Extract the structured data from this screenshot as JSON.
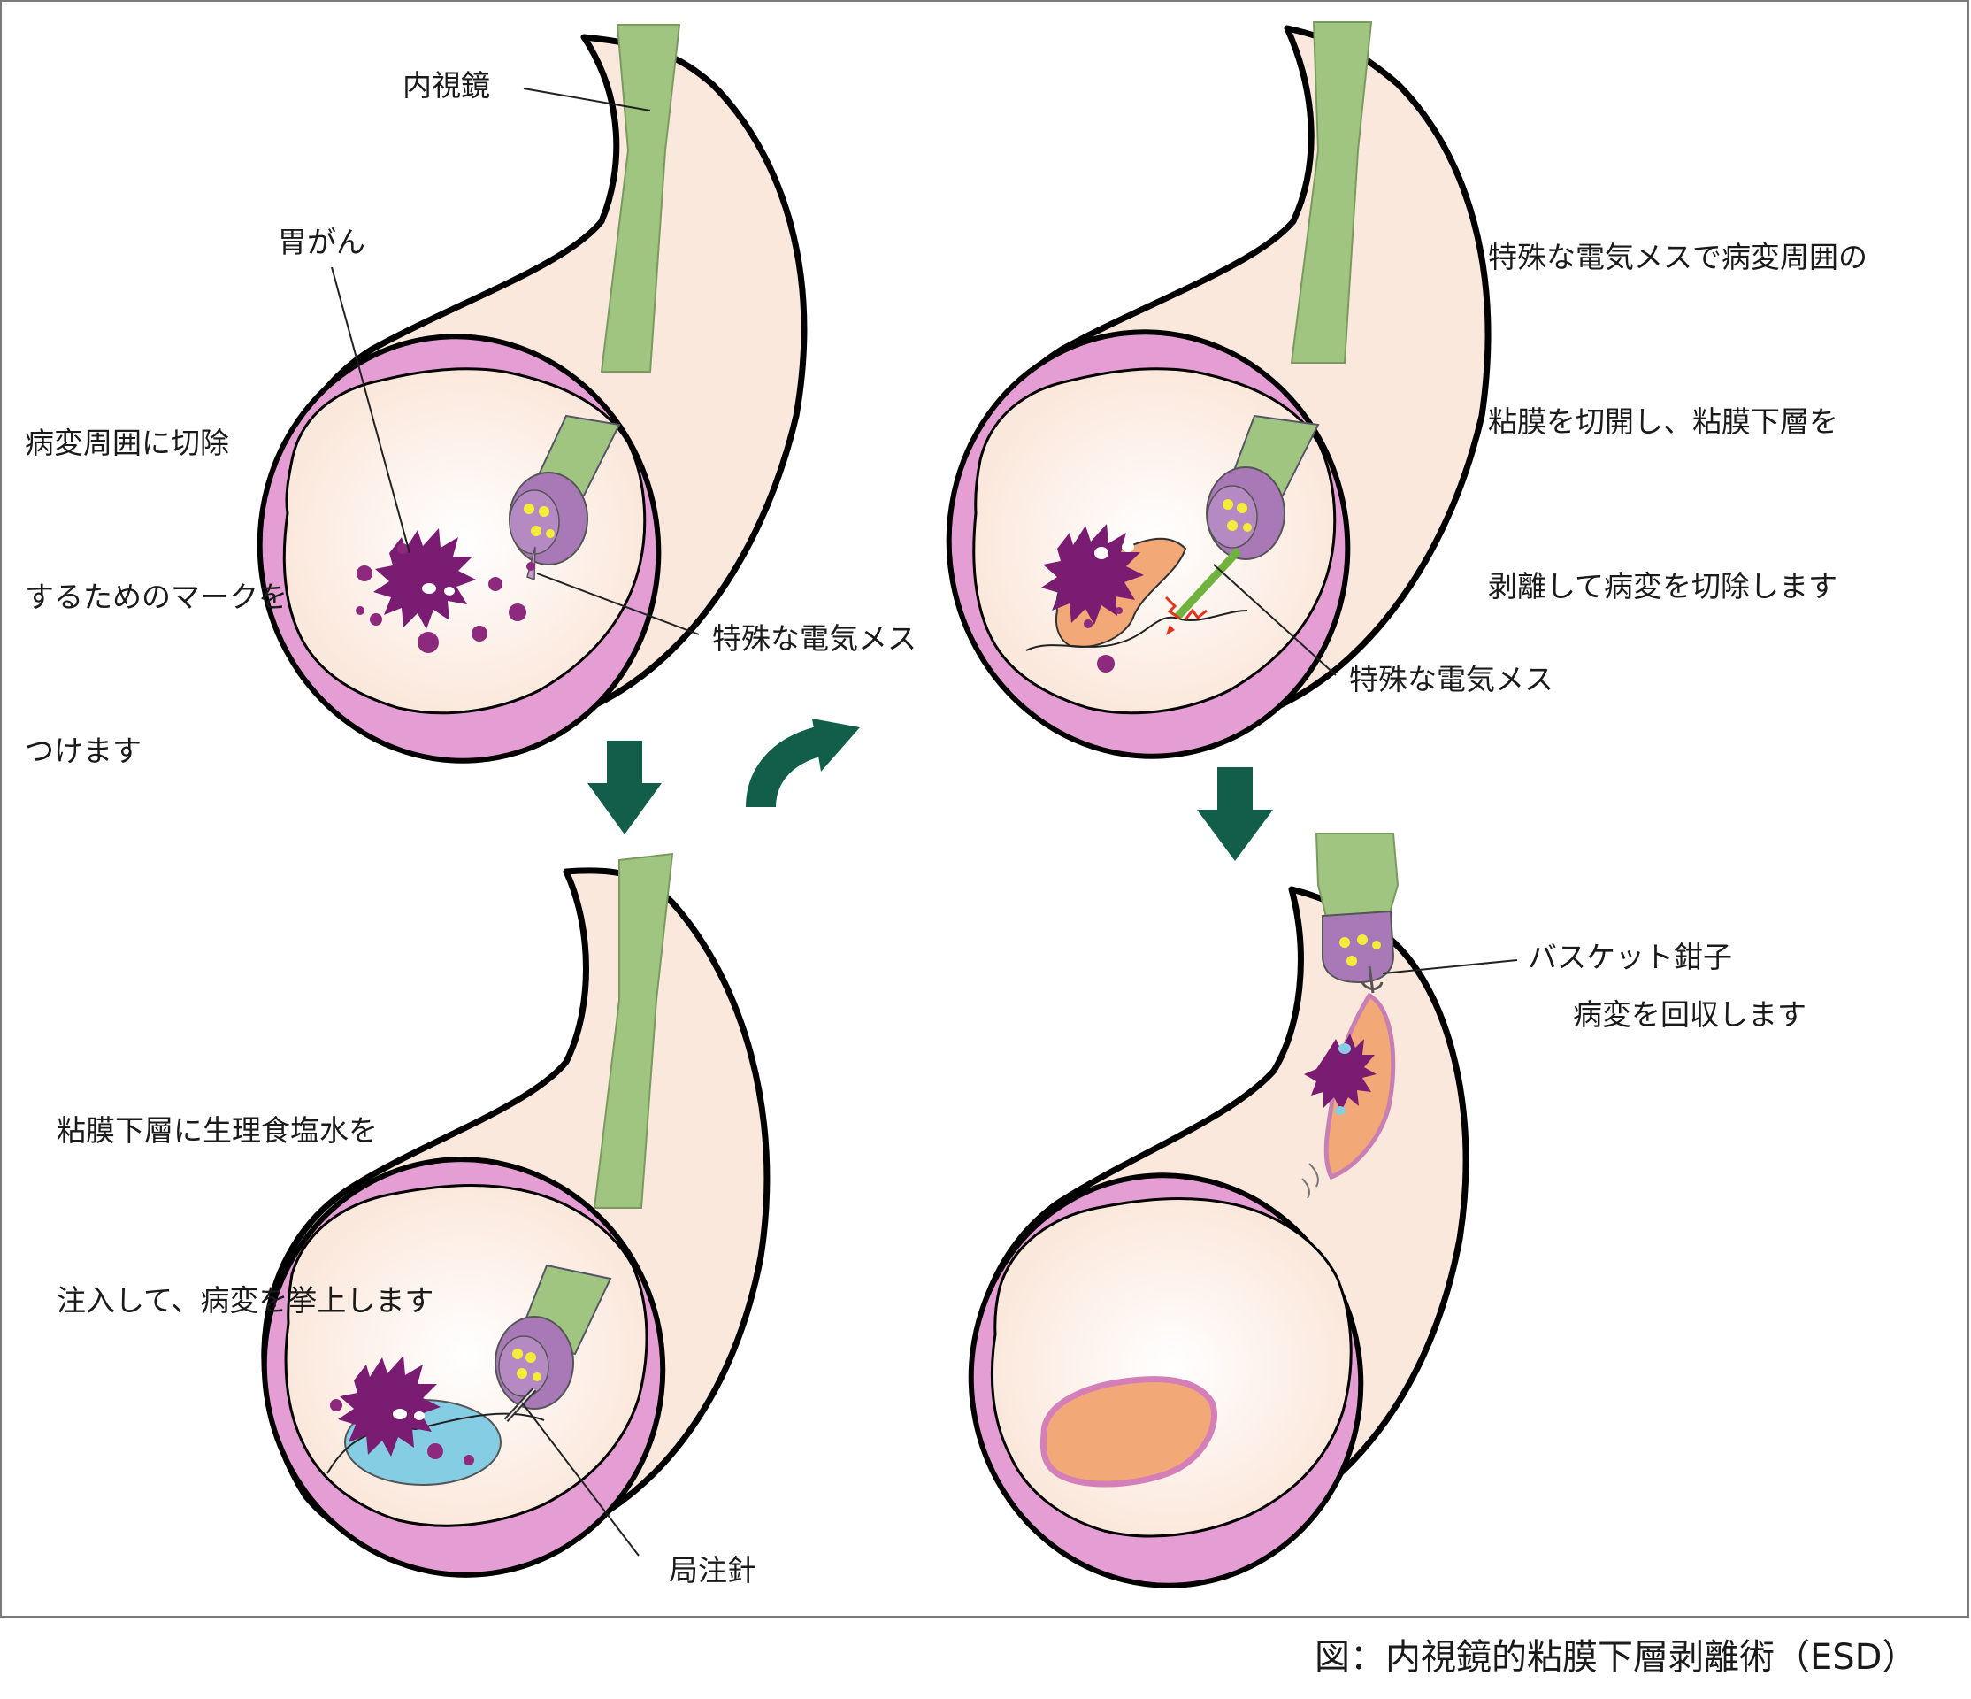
{
  "labels": {
    "endoscope": "内視鏡",
    "cancer": "胃がん",
    "mark_lines": [
      "病変周囲に切除",
      "するためのマークを",
      "つけます"
    ],
    "knife_1": "特殊な電気メス",
    "cut_lines": [
      "特殊な電気メスで病変周囲の",
      "粘膜を切開し、粘膜下層を",
      "剥離して病変を切除します"
    ],
    "knife_2": "特殊な電気メス",
    "inject_lines": [
      "粘膜下層に生理食塩水を",
      "注入して、病変を挙上します"
    ],
    "needle": "局注針",
    "basket": "バスケット鉗子",
    "retrieve": "病変を回収します"
  },
  "caption": "図：内視鏡的粘膜下層剥離術（ESD）",
  "colors": {
    "stomach": "#fbe8dc",
    "wall": "#e59ed4",
    "endoscope_tube": "#9fc581",
    "endoscope_tip": "#a879b6",
    "lens": "#f4ec3a",
    "lesion": "#7b1c73",
    "saline": "#85cde3",
    "submucosa": "#f3a878",
    "arrow": "#125e4b",
    "spark": "#e4321b"
  }
}
